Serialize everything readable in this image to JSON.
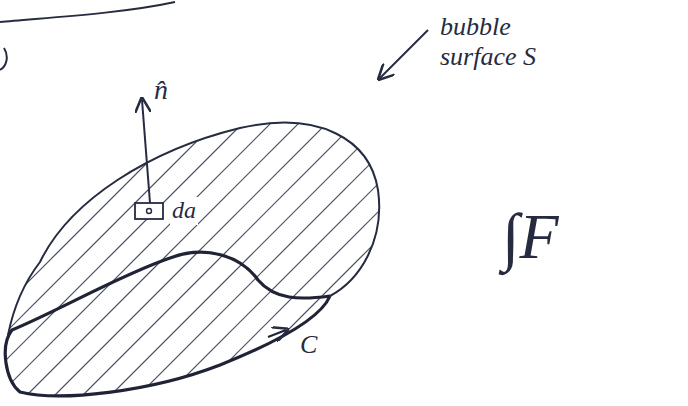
{
  "diagram": {
    "labels": [
      "n̂",
      "da",
      "bubble surface S",
      "C",
      "∫F⃗"
    ]
  }
}
